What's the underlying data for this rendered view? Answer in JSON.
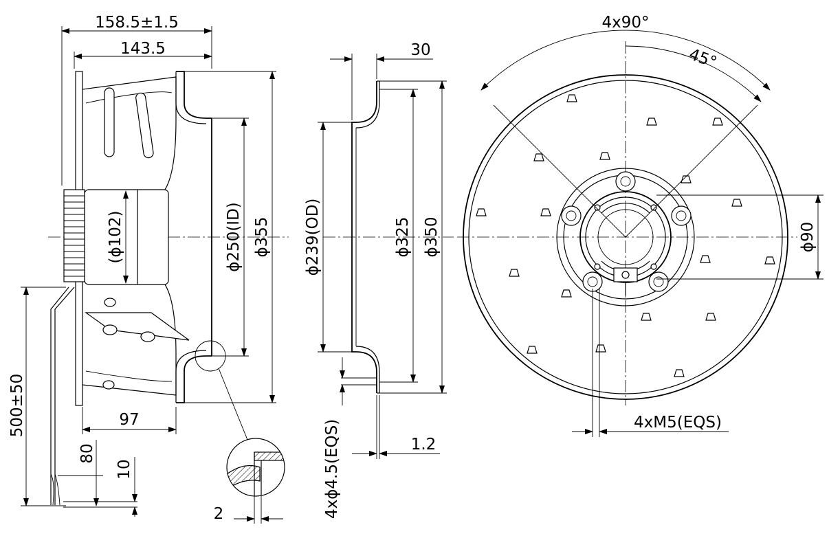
{
  "side_view": {
    "dims": {
      "overall_length": "158.5±1.5",
      "inner_length": "143.5",
      "motor_dia": "(ϕ102)",
      "inlet_id": "ϕ250(ID)",
      "outer_dia": "ϕ355",
      "depth": "97",
      "cable_length": "500±50",
      "strip_length": "80",
      "wire_end": "10"
    },
    "detail": {
      "wall_thickness": "2"
    }
  },
  "inlet_ring_view": {
    "dims": {
      "height": "30",
      "od": "ϕ239(OD)",
      "hole_circle": "ϕ325",
      "outer_dia": "ϕ350",
      "mount_holes": "4xϕ4.5(EQS)",
      "thickness": "1.2"
    }
  },
  "front_view": {
    "dims": {
      "angle_spacing": "4x90°",
      "angle_offset": "45°",
      "bolt_circle": "ϕ90",
      "threads": "4xM5(EQS)"
    }
  }
}
